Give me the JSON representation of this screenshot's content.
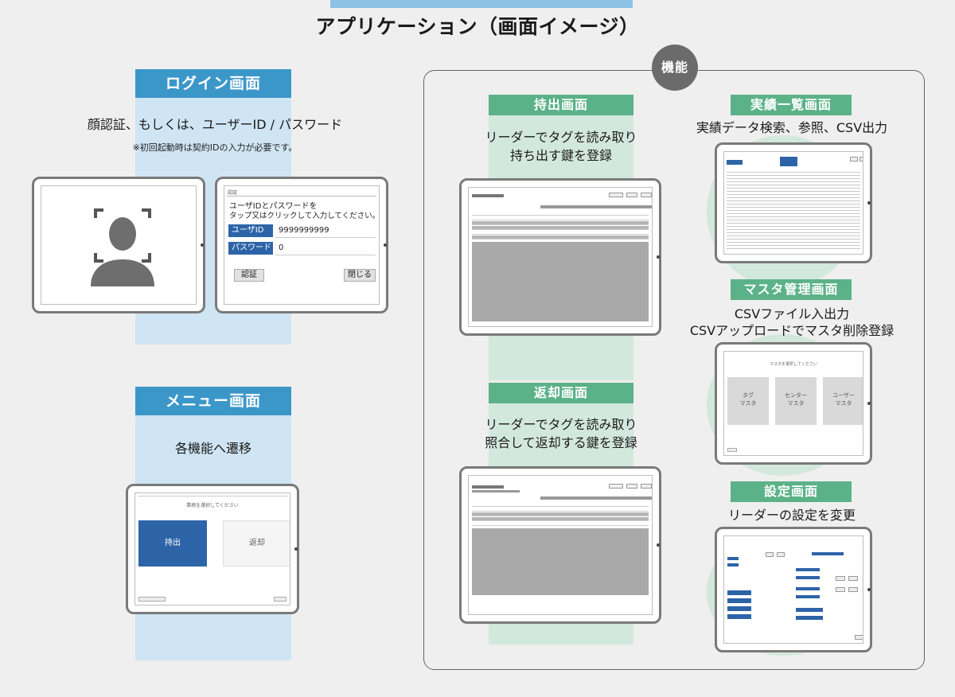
{
  "title": "アプリケーション（画面イメージ）",
  "login": {
    "label": "ログイン画面",
    "desc": "顔認証、もしくは、ユーザーID / パスワード",
    "note": "※初回起動時は契約IDの入力が必要です。",
    "form_header": "認証",
    "instruction_line1": "ユーザIDとパスワードを",
    "instruction_line2": "タップ又はクリックして入力してください。",
    "user_id_label": "ユーザID",
    "user_id_value": "9999999999",
    "password_label": "パスワード",
    "password_value": "0",
    "auth_button": "認証",
    "close_button": "閉じる"
  },
  "menu": {
    "label": "メニュー画面",
    "desc": "各機能へ遷移",
    "screen_prompt": "業務を選択してください",
    "tile_checkout": "持出",
    "tile_return": "返却"
  },
  "features": {
    "badge": "機能",
    "checkout": {
      "label": "持出画面",
      "desc_line1": "リーダーでタグを読み取り",
      "desc_line2": "持ち出す鍵を登録"
    },
    "return": {
      "label": "返却画面",
      "desc_line1": "リーダーでタグを読み取り",
      "desc_line2": "照合して返却する鍵を登録"
    },
    "results": {
      "label": "実績一覧画面",
      "desc": "実績データ検索、参照、CSV出力"
    },
    "master": {
      "label": "マスタ管理画面",
      "desc_line1": "CSVファイル入出力",
      "desc_line2": "CSVアップロードでマスタ削除登録",
      "screen_prompt": "マスタを選択してください",
      "tile_tag_1": "タグ",
      "tile_tag_2": "マスタ",
      "tile_center_1": "センター",
      "tile_center_2": "マスタ",
      "tile_user_1": "ユーザー",
      "tile_user_2": "マスタ"
    },
    "settings": {
      "label": "設定画面",
      "desc": "リーダーの設定を変更"
    }
  },
  "colors": {
    "blue_label": "#3c97c9",
    "green_label": "#5cb288",
    "column_band": "#cfe5f3",
    "circle": "#d3e8dd",
    "form_blue": "#2d64a8"
  }
}
